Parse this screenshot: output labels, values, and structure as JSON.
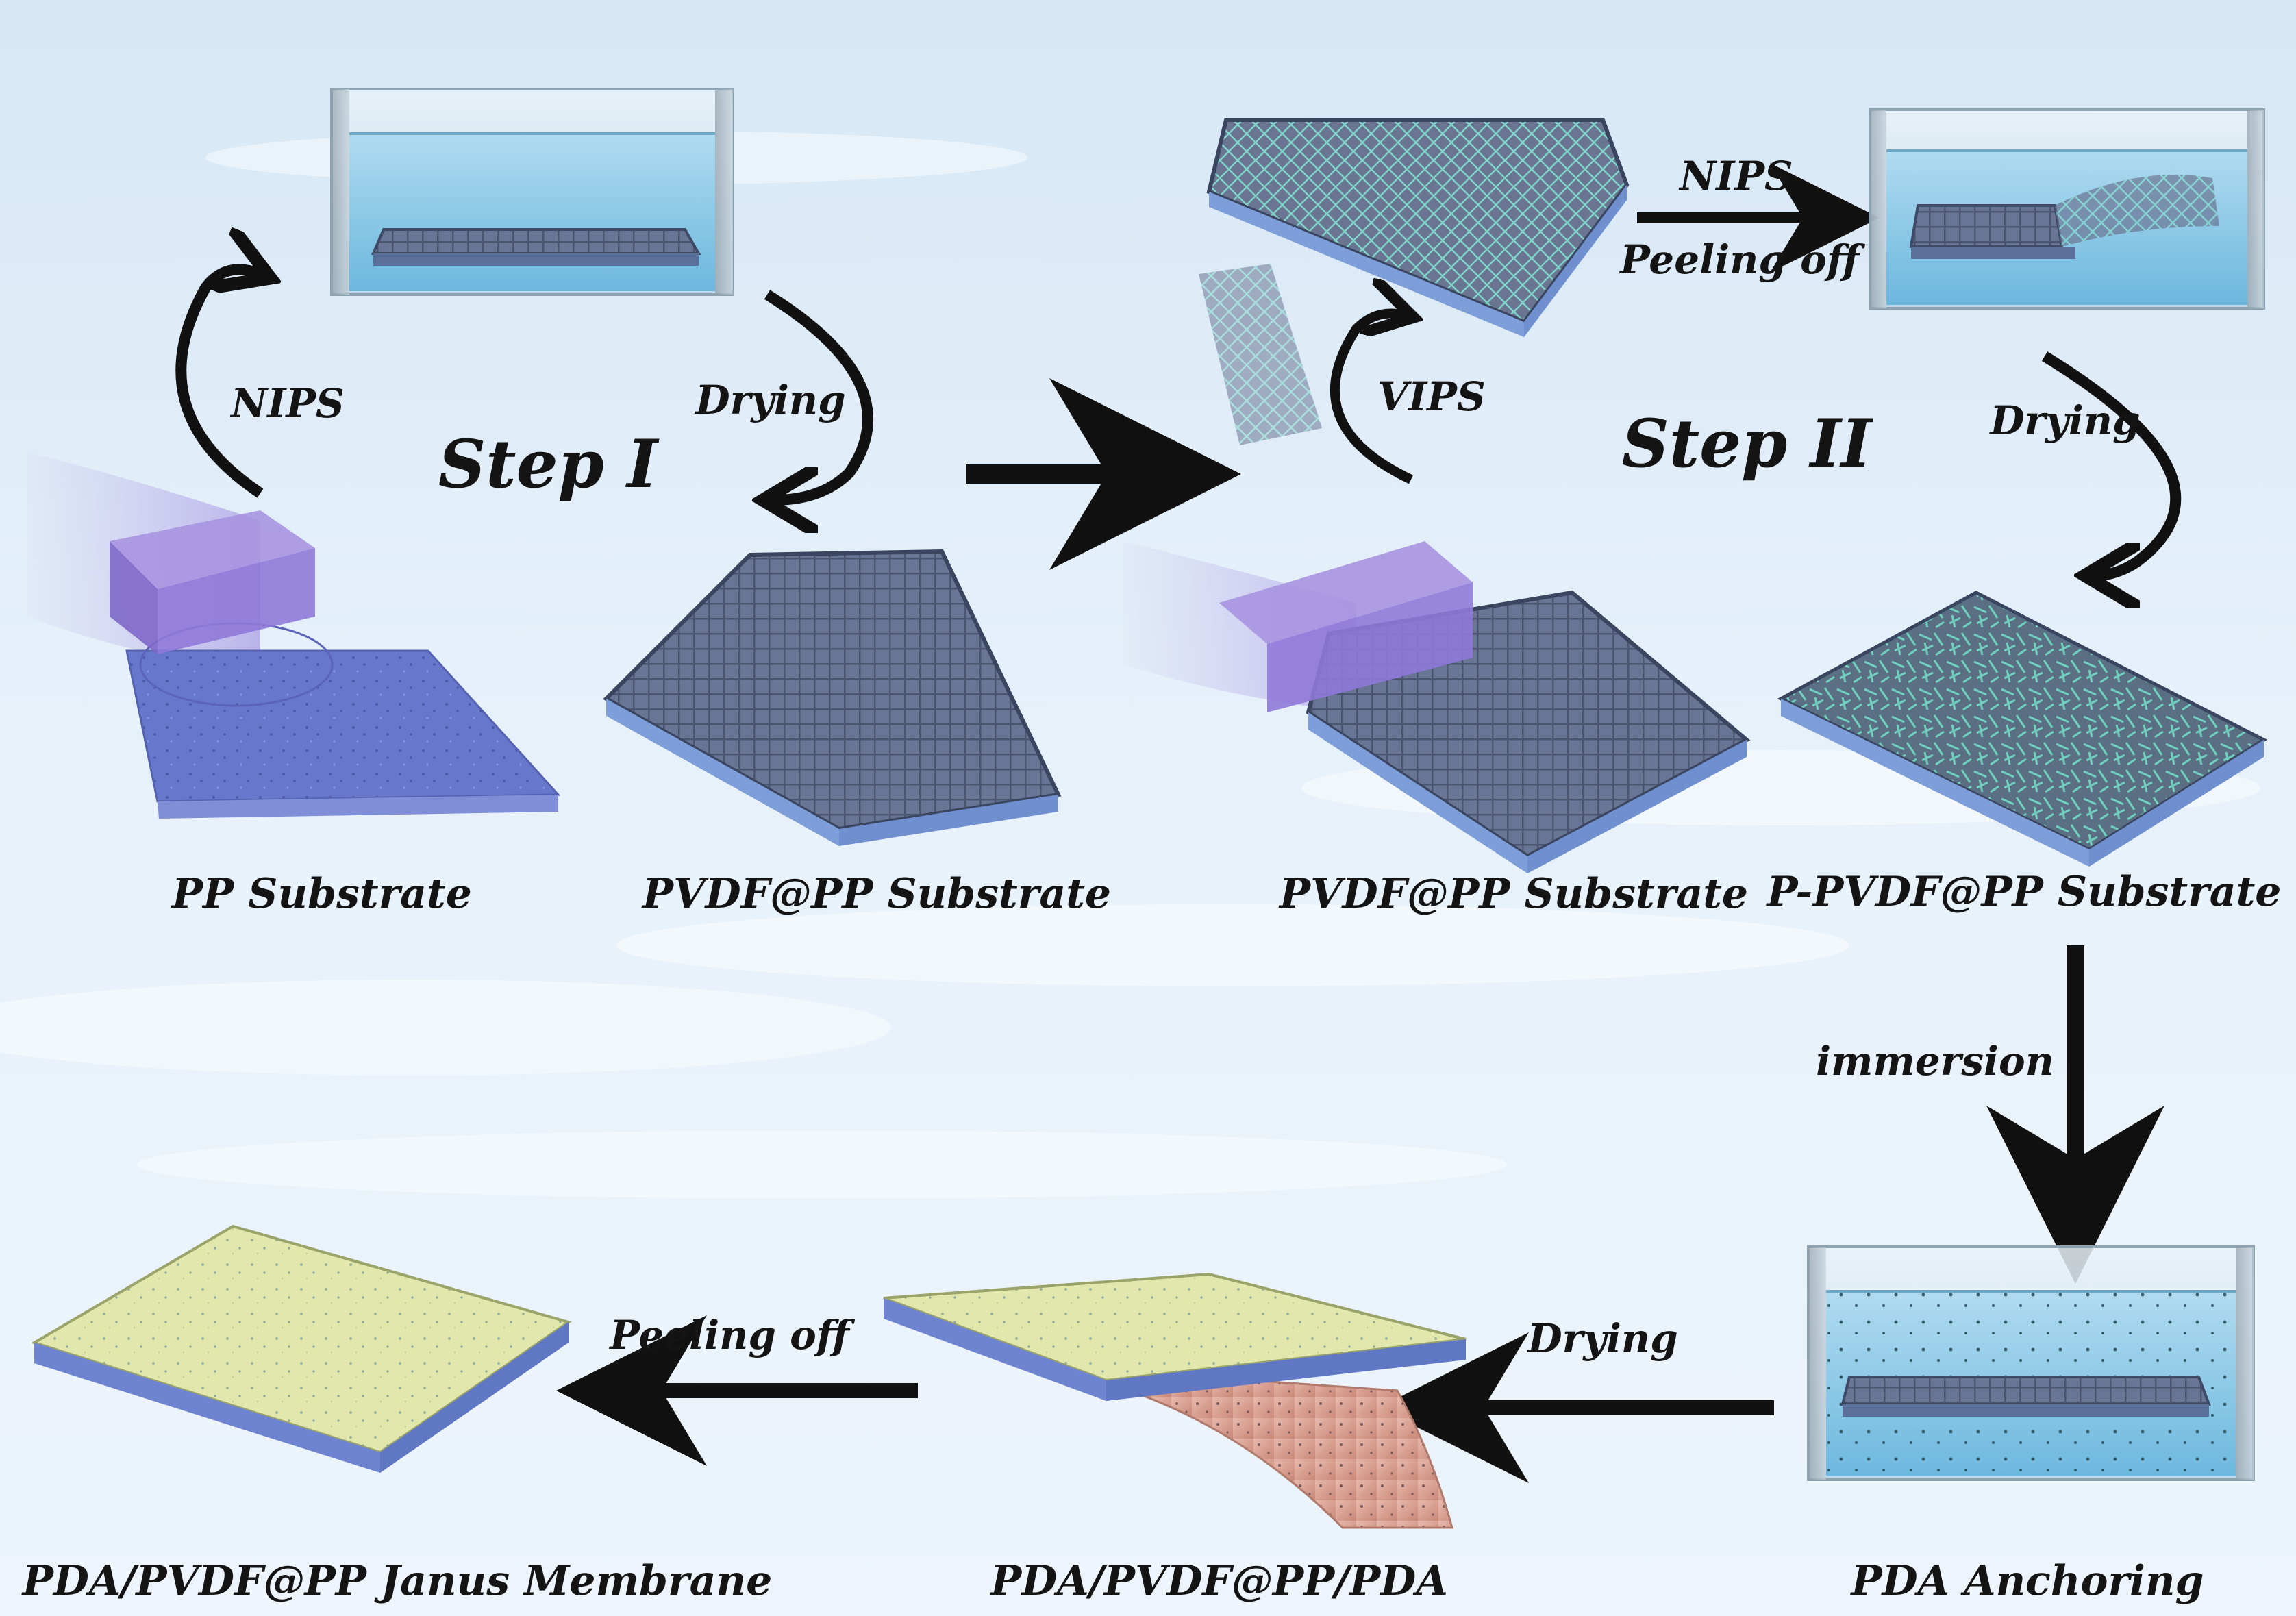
{
  "steps": {
    "one": "Step I",
    "two": "Step II"
  },
  "captions": {
    "pp_substrate": "PP Substrate",
    "pvdf_pp_1": "PVDF@PP Substrate",
    "pvdf_pp_2": "PVDF@PP Substrate",
    "p_pvdf_pp": "P-PVDF@PP Substrate",
    "pda_anchoring": "PDA Anchoring",
    "pda_pvdf_pp_pda": "PDA/PVDF@PP/PDA",
    "janus": "PDA/PVDF@PP Janus Membrane"
  },
  "processes": {
    "nips_1": "NIPS",
    "drying_1": "Drying",
    "vips": "VIPS",
    "nips_2": "NIPS",
    "peeling_1": "Peeling off",
    "drying_2": "Drying",
    "immersion": "immersion",
    "drying_3": "Drying",
    "peeling_2": "Peeling off"
  },
  "colors": {
    "background_top": "#cfe3f4",
    "background_bottom": "#e9f3fb",
    "water": "#7fc1e4",
    "pp_blue_purple": "#6f7fd6",
    "pvdf_grey": "#5d6a88",
    "fiber_cyan": "#57c7b7",
    "pda_yellow": "#dfe6a6",
    "pda_pink": "#d9a597",
    "arrow": "#111111"
  }
}
